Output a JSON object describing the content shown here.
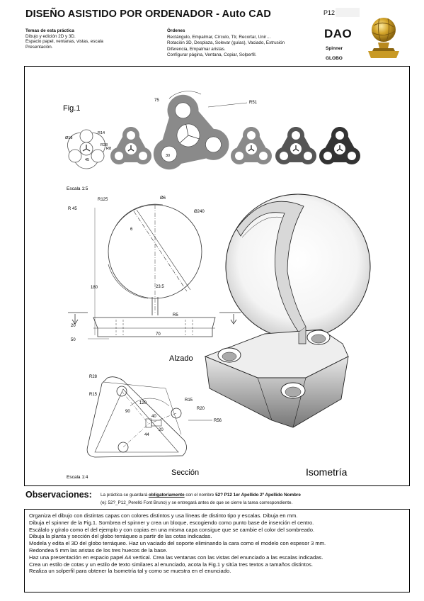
{
  "header": {
    "title": "DISEÑO ASISTIDO POR ORDENADOR - Auto CAD",
    "practice_code": "P12",
    "badge": "DAO",
    "subject_1": "Spinner",
    "subject_2": "GLOBO"
  },
  "temas": {
    "heading": "Temas de esta práctica",
    "lines": [
      "Dibujo y edición 2D y 3D.",
      "Espacio papel, ventanas, vistas, escala",
      "Presentación."
    ]
  },
  "ordenes": {
    "heading": "Órdenes",
    "lines": [
      "Rectángulo, Empalmar, Círculo, Ttr, Recortar, Unir…",
      "Rotación 3D, Desplaza, Solevar (guías), Vaciado, Extrusión",
      "Diferencia, Empalmar aristas.",
      "Configurar página, Ventana, Copiar, Solperfil."
    ]
  },
  "drawing": {
    "fig_label": "Fig.1",
    "scale_top": "Escala 1:5",
    "scale_bottom": "Escala 1:4",
    "alzado_label": "Alzado",
    "seccion_label": "Sección",
    "isometria_label": "Isometría",
    "dims_spinner_small": [
      "Ø18",
      "R14",
      "R28",
      "45",
      "R8"
    ],
    "dims_spinner_big": [
      "75",
      "R51",
      "30"
    ],
    "dims_alzado": [
      "R125",
      "Ø6",
      "Ø240",
      "R 45",
      "6",
      "180",
      "23.5",
      "R5",
      "20",
      "70",
      "50"
    ],
    "dims_seccion": [
      "R28",
      "R15",
      "120",
      "90",
      "R15",
      "40",
      "R20",
      "20",
      "44",
      "R56"
    ]
  },
  "observaciones": {
    "heading": "Observaciones:",
    "line1_pre": "La práctica se guardará ",
    "line1_bold": "obligatoriamente",
    "line1_mid": " con el nombre  ",
    "line1_code": "52?   P12  1er Apellido 2º Apellido Nombre",
    "line2": "(ej: 52?_P12_Perelló Font Bruno) y se entregará antes de que se cierre la tarea correspondiente."
  },
  "instructions": [
    "Organiza el dibujo con distintas capas con colores distintos y usa líneas de distinto tipo y escalas. Dibuja en mm.",
    "Dibuja el spinner de la Fig.1. Sombrea el spinner y crea un bloque, escogiendo como punto base de inserción el centro.",
    "Escálalo y gíralo como el del ejemplo y con copias en una misma capa consigue que se cambie el color del sombreado.",
    "Dibuja la planta y sección del globo terráqueo a partir de las cotas indicadas.",
    "Modela y edita el 3D del globo terráqueo. Haz un vaciado del soporte eliminando la cara como el modelo con espesor 3 mm.",
    "Redondea 5 mm las aristas de los tres huecos de la base.",
    "Haz una presentación en espacio papel A4 vertical. Crea las ventanas con las vistas del enunciado a las escalas indicadas.",
    "Crea un estilo de cotas y un estilo de texto similares al enunciado, acota la Fig.1 y sitúa tres textos a tamaños distintos.",
    "Realiza un solperfil para obtener la Isometría tal y como se muestra en el enunciado."
  ],
  "colors": {
    "spinner_gray": "#8a8a8a",
    "spinner_dark": "#3a3a3a",
    "spinner_mid": "#555555",
    "trophy_gold": "#c9a227"
  }
}
